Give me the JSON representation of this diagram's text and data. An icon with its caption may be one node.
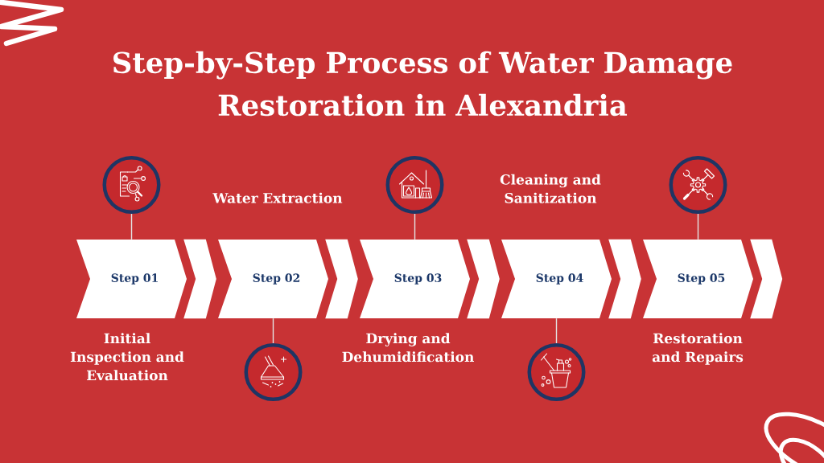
{
  "diagram": {
    "title": "Step-by-Step Process of Water Damage Restoration in Alexandria",
    "nodes": [
      {
        "text": [
          "Step 01"
        ],
        "beside": [
          "Initial Inspection and Evaluation"
        ]
      },
      {
        "text": [
          "Step 02"
        ],
        "beside": [
          "Water Extraction"
        ]
      },
      {
        "text": [
          "Step 03"
        ],
        "beside": [
          "Drying and Dehumidification"
        ]
      },
      {
        "text": [
          "Step 04"
        ],
        "beside": [
          "Cleaning and Sanitization"
        ]
      },
      {
        "text": [
          "Step 05"
        ],
        "beside": [
          "Restoration and Repairs"
        ]
      },
      {
        "text": [],
        "shape": "circle"
      },
      {
        "text": [],
        "shape": "circle"
      },
      {
        "text": [],
        "shape": "circle"
      },
      {
        "text": [],
        "shape": "circle"
      },
      {
        "text": [],
        "shape": "circle"
      }
    ],
    "edges": [
      {
        "from": 0,
        "to": 1,
        "arrow": "to"
      },
      {
        "from": 1,
        "to": 2,
        "arrow": "to"
      },
      {
        "from": 2,
        "to": 3,
        "arrow": "to"
      },
      {
        "from": 3,
        "to": 4,
        "arrow": "to"
      },
      {
        "from": 4,
        "to": null,
        "arrow": "to"
      },
      {
        "from": 5,
        "to": 0,
        "arrow": "none"
      },
      {
        "from": 6,
        "to": 1,
        "arrow": "none"
      },
      {
        "from": 7,
        "to": 2,
        "arrow": "none"
      },
      {
        "from": 8,
        "to": 3,
        "arrow": "none"
      },
      {
        "from": 9,
        "to": 4,
        "arrow": "none"
      }
    ]
  }
}
